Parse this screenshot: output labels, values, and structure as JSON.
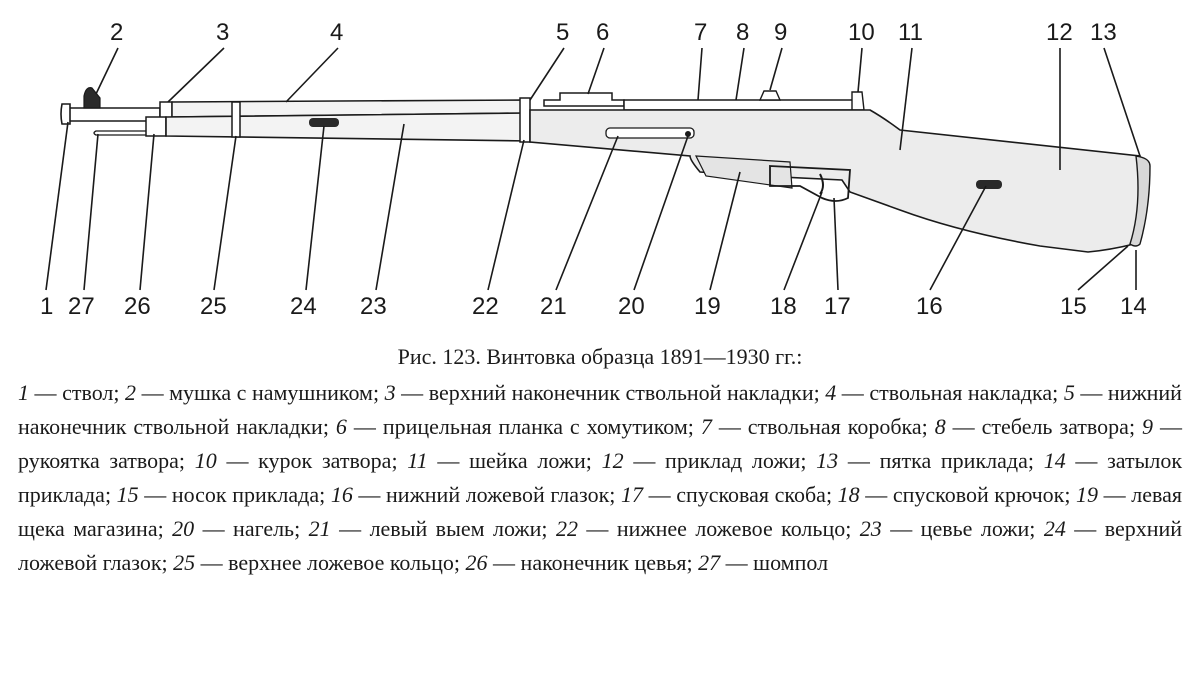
{
  "figure": {
    "title": "Рис. 123. Винтовка образца 1891—1930 гг.:",
    "separator": " — ",
    "legend": [
      {
        "num": "1",
        "text": "ствол"
      },
      {
        "num": "2",
        "text": "мушка с намушником"
      },
      {
        "num": "3",
        "text": "верхний наконечник ствольной накладки"
      },
      {
        "num": "4",
        "text": "ствольная накладка"
      },
      {
        "num": "5",
        "text": "нижний наконечник ствольной накладки"
      },
      {
        "num": "6",
        "text": "прицельная планка с хомутиком"
      },
      {
        "num": "7",
        "text": "ствольная коробка"
      },
      {
        "num": "8",
        "text": "стебель затвора"
      },
      {
        "num": "9",
        "text": "рукоятка затвора"
      },
      {
        "num": "10",
        "text": "курок затвора"
      },
      {
        "num": "11",
        "text": "шейка ложи"
      },
      {
        "num": "12",
        "text": "приклад ложи"
      },
      {
        "num": "13",
        "text": "пятка приклада"
      },
      {
        "num": "14",
        "text": "затылок приклада"
      },
      {
        "num": "15",
        "text": "носок приклада"
      },
      {
        "num": "16",
        "text": "нижний ложевой глазок"
      },
      {
        "num": "17",
        "text": "спусковая скоба"
      },
      {
        "num": "18",
        "text": "спусковой крючок"
      },
      {
        "num": "19",
        "text": "левая щека магазина"
      },
      {
        "num": "20",
        "text": "нагель"
      },
      {
        "num": "21",
        "text": "левый выем ложи"
      },
      {
        "num": "22",
        "text": "нижнее ложевое кольцо"
      },
      {
        "num": "23",
        "text": "цевье ложи"
      },
      {
        "num": "24",
        "text": "верхний ложевой глазок"
      },
      {
        "num": "25",
        "text": "верхнее ложевое кольцо"
      },
      {
        "num": "26",
        "text": "наконечник цевья"
      },
      {
        "num": "27",
        "text": "шомпол"
      }
    ]
  },
  "callouts": {
    "top": [
      "2",
      "3",
      "4",
      "5",
      "6",
      "7",
      "8",
      "9",
      "10",
      "11",
      "12",
      "13"
    ],
    "bottom": [
      "1",
      "27",
      "26",
      "25",
      "24",
      "23",
      "22",
      "21",
      "20",
      "19",
      "18",
      "17",
      "16",
      "15",
      "14"
    ]
  }
}
